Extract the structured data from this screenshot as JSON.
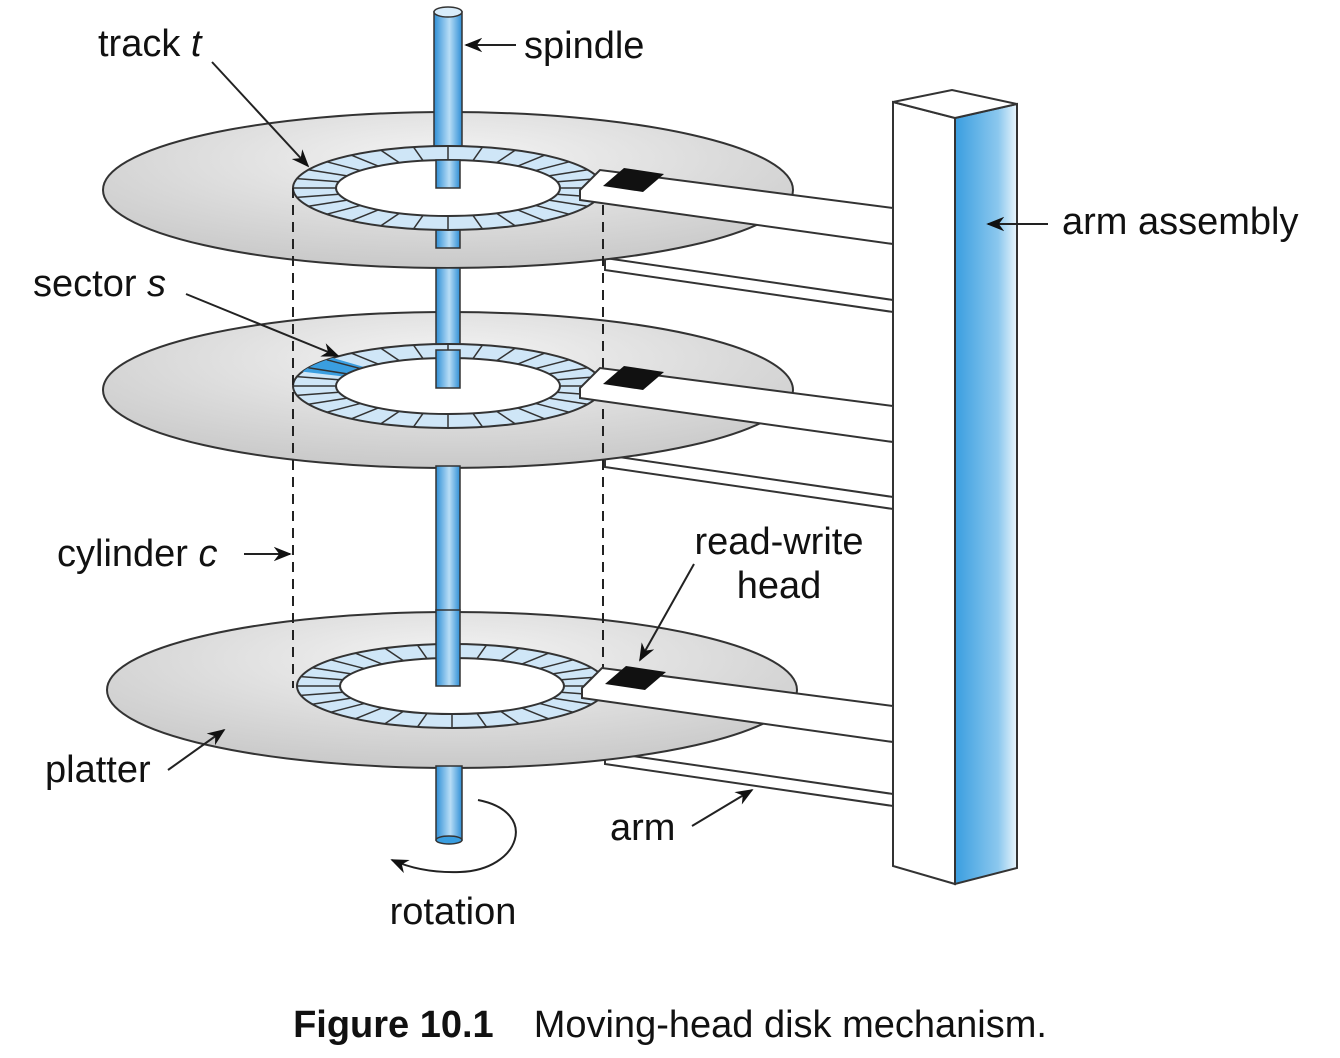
{
  "labels": {
    "track": "track",
    "track_var": "t",
    "spindle": "spindle",
    "arm_assembly": "arm assembly",
    "sector": "sector",
    "sector_var": "s",
    "cylinder": "cylinder",
    "cylinder_var": "c",
    "read_write_head_line1": "read-write",
    "read_write_head_line2": "head",
    "platter": "platter",
    "arm": "arm",
    "rotation": "rotation"
  },
  "caption": {
    "number": "Figure 10.1",
    "text": "Moving-head disk mechanism."
  },
  "colors": {
    "spindle_blue": "#3a9ee0",
    "track_fill": "#cfe6f7",
    "highlight_sector": "#3a9ee0",
    "platter_gray": "#d9d9d9",
    "head_black": "#111111"
  }
}
